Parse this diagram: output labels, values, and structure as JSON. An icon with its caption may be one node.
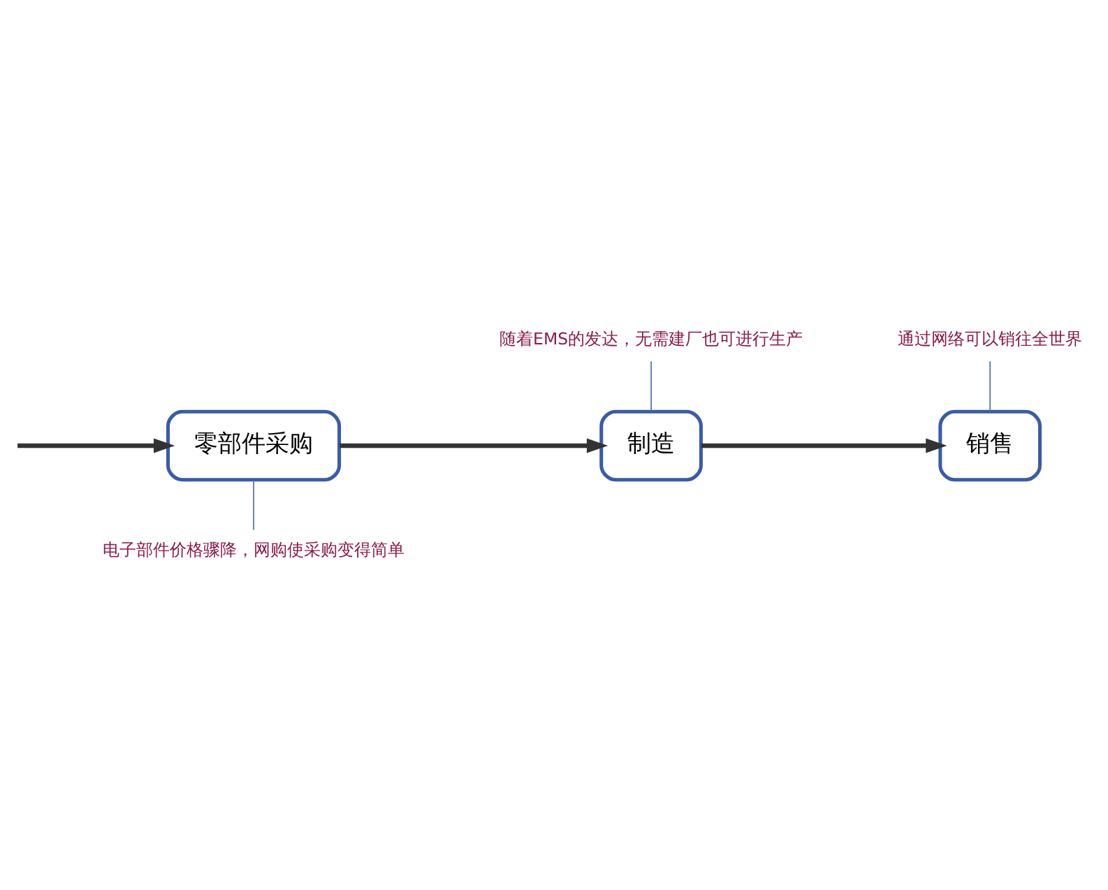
{
  "diagram": {
    "nodes": [
      {
        "text": [
          "零部件采购"
        ]
      },
      {
        "text": [
          "制造"
        ]
      },
      {
        "text": [
          "销售"
        ]
      },
      {
        "text": [
          "电子部件价格骤降，网购使采购变得简单"
        ]
      },
      {
        "text": [
          "随着EMS的发达，无需建厂也可进行生产"
        ]
      },
      {
        "text": [
          "通过网络可以销往全世界"
        ]
      }
    ],
    "edges": [
      {
        "from": null,
        "to": 0,
        "arrow": "to",
        "style": "thick"
      },
      {
        "from": 0,
        "to": 1,
        "arrow": "to",
        "style": "thick"
      },
      {
        "from": 1,
        "to": 2,
        "arrow": "to",
        "style": "thick"
      },
      {
        "from": 3,
        "to": 0,
        "arrow": "none",
        "color": "#4a6fa5"
      },
      {
        "from": 4,
        "to": 1,
        "arrow": "none",
        "color": "#4a6fa5"
      },
      {
        "from": 5,
        "to": 2,
        "arrow": "none",
        "color": "#4a6fa5"
      }
    ]
  }
}
